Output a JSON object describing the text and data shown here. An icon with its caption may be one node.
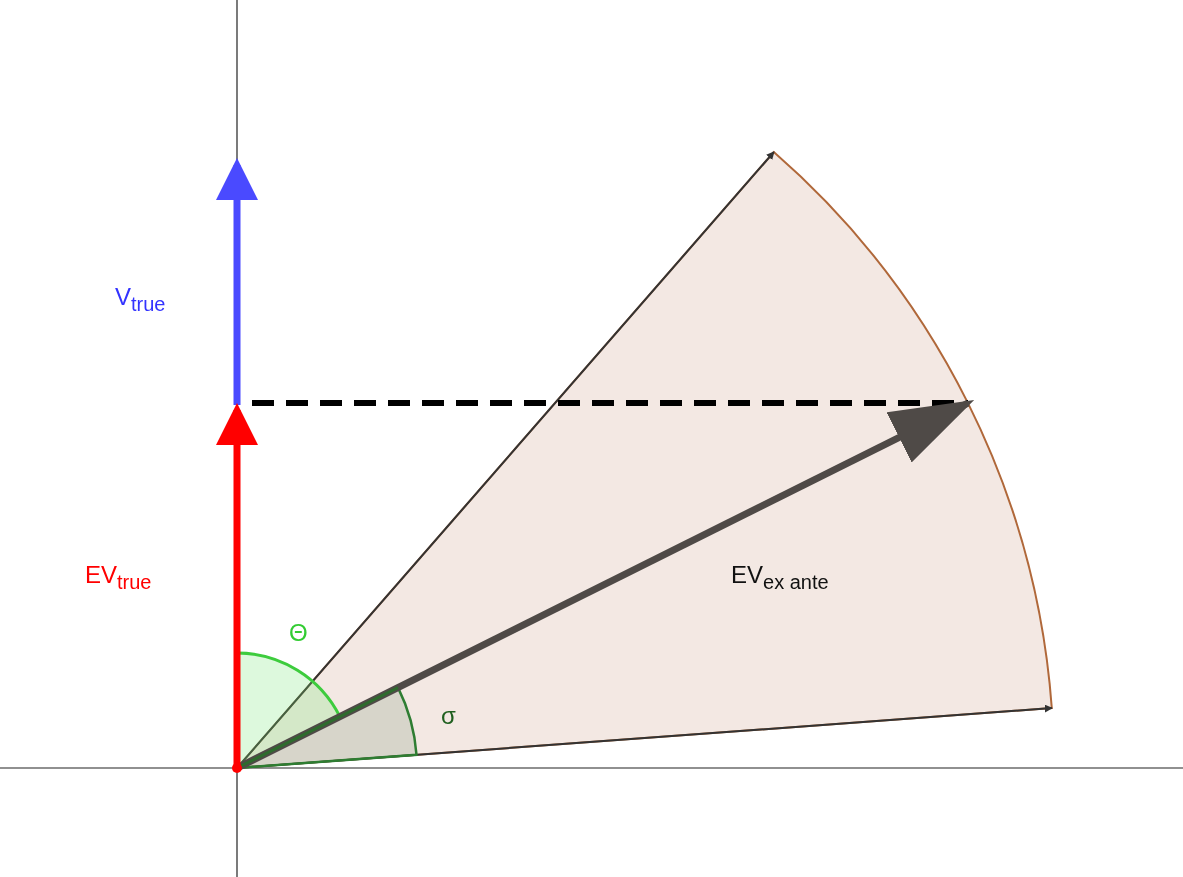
{
  "diagram": {
    "labels": [
      "V$_{true}$",
      "EV$_{true}$",
      "Θ",
      "σ",
      "EV$_{ex ante}$"
    ]
  }
}
